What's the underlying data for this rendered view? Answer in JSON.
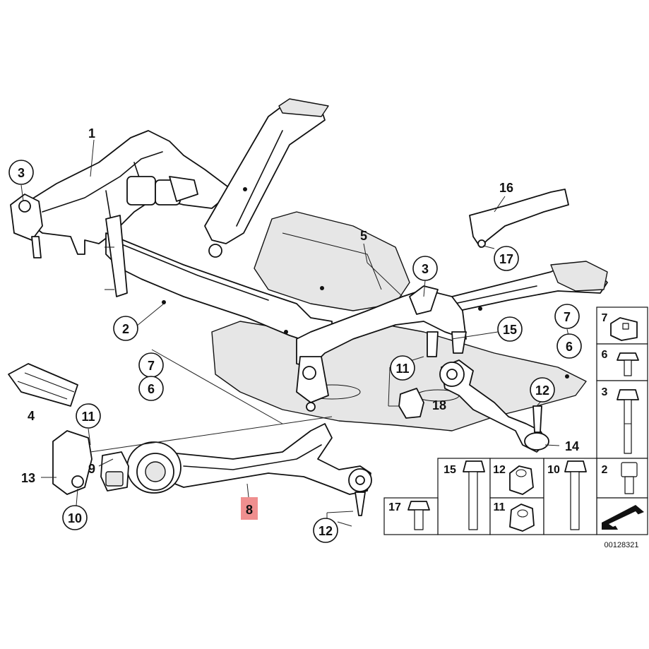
{
  "diagram_title": "",
  "callouts": [
    {
      "id": "c1",
      "label": "1"
    },
    {
      "id": "c3a",
      "label": "3"
    },
    {
      "id": "c2",
      "label": "2"
    },
    {
      "id": "c7a",
      "label": "7"
    },
    {
      "id": "c6a",
      "label": "6"
    },
    {
      "id": "c4",
      "label": "4"
    },
    {
      "id": "c11a",
      "label": "11"
    },
    {
      "id": "c9",
      "label": "9"
    },
    {
      "id": "c13",
      "label": "13"
    },
    {
      "id": "c10",
      "label": "10"
    },
    {
      "id": "c8",
      "label": "8",
      "highlighted": true,
      "highlight_color": "#ef8f8f"
    },
    {
      "id": "c12a",
      "label": "12"
    },
    {
      "id": "c5",
      "label": "5"
    },
    {
      "id": "c3b",
      "label": "3"
    },
    {
      "id": "c16",
      "label": "16"
    },
    {
      "id": "c17",
      "label": "17"
    },
    {
      "id": "c7b",
      "label": "7"
    },
    {
      "id": "c6b",
      "label": "6"
    },
    {
      "id": "c15",
      "label": "15"
    },
    {
      "id": "c11b",
      "label": "11"
    },
    {
      "id": "c18",
      "label": "18"
    },
    {
      "id": "c12b",
      "label": "12"
    },
    {
      "id": "c14",
      "label": "14"
    }
  ],
  "hardware_table": [
    {
      "id": "h7",
      "label": "7"
    },
    {
      "id": "h6",
      "label": "6"
    },
    {
      "id": "h3",
      "label": "3"
    },
    {
      "id": "h15",
      "label": "15"
    },
    {
      "id": "h12",
      "label": "12"
    },
    {
      "id": "h10",
      "label": "10"
    },
    {
      "id": "h2",
      "label": "2"
    },
    {
      "id": "h17",
      "label": "17"
    },
    {
      "id": "h11",
      "label": "11"
    }
  ],
  "diagram_number": "00128321",
  "colors": {
    "line": "#111111",
    "highlight": "#ef8f8f",
    "background": "#ffffff"
  }
}
